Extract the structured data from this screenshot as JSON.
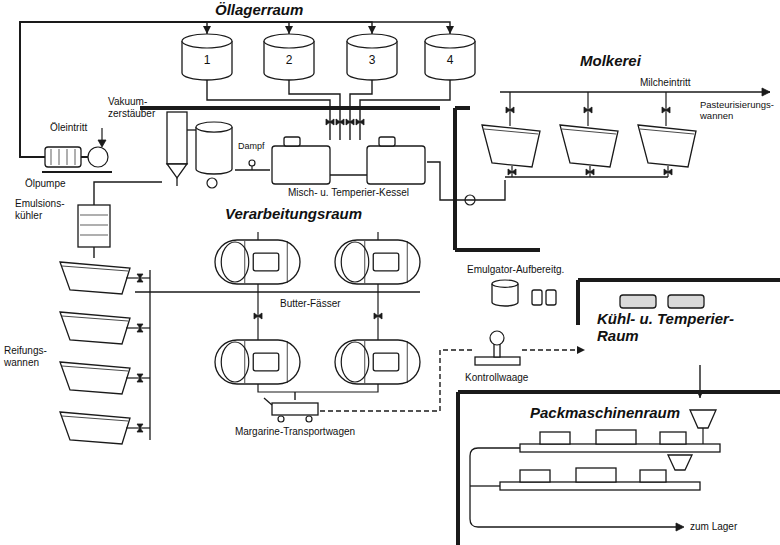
{
  "diagram": {
    "nodes": [
      {
        "text": [
          "1"
        ]
      },
      {
        "text": [
          "2"
        ]
      },
      {
        "text": [
          "3"
        ]
      },
      {
        "text": [
          "4"
        ]
      },
      {
        "text": [
          "Ölpumpe"
        ]
      },
      {
        "text": [
          "Vakuum- zerstäuber"
        ]
      },
      {
        "text": [
          "Misch- u. Temperier-Kessel"
        ]
      },
      {
        "text": [
          "Pasteurisierungs- wannen"
        ]
      },
      {
        "text": [
          "Emulsions- kühler"
        ]
      },
      {
        "text": [
          "Reifungs- wannen"
        ]
      },
      {
        "text": [
          "Butter-Fässer"
        ]
      },
      {
        "text": [
          "Margarine-Transportwagen"
        ]
      },
      {
        "text": [
          "Emulgator-Aufbereitg."
        ]
      },
      {
        "text": [
          "Kontrollwaage"
        ]
      },
      {
        "text": [
          "Kühl- u. Temperier- Raum"
        ]
      },
      {
        "text": [
          "Packmaschinenraum"
        ]
      }
    ],
    "edges": [
      {
        "from": 4,
        "to": 0,
        "arrow": "to"
      },
      {
        "from": 4,
        "to": 1,
        "arrow": "to"
      },
      {
        "from": 4,
        "to": 2,
        "arrow": "to"
      },
      {
        "from": 4,
        "to": 3,
        "arrow": "to"
      },
      {
        "from": 0,
        "to": 6,
        "arrow": "none"
      },
      {
        "from": 1,
        "to": 6,
        "arrow": "none"
      },
      {
        "from": 2,
        "to": 6,
        "arrow": "none"
      },
      {
        "from": 3,
        "to": 6,
        "arrow": "none"
      },
      {
        "from": 7,
        "to": 6,
        "arrow": "none"
      },
      {
        "from": 6,
        "to": 5,
        "arrow": "none"
      },
      {
        "from": 5,
        "to": 8,
        "arrow": "none"
      },
      {
        "from": 8,
        "to": 9,
        "arrow": "none"
      },
      {
        "from": 9,
        "to": 10,
        "arrow": "none"
      },
      {
        "from": 10,
        "to": 11,
        "arrow": "none"
      },
      {
        "from": 11,
        "to": 13,
        "arrow": "none"
      },
      {
        "from": 13,
        "to": 14,
        "arrow": "to"
      },
      {
        "from": 14,
        "to": 15,
        "arrow": "to"
      }
    ],
    "labels": [
      "Öllagerraum",
      "Molkerei",
      "Milcheintritt",
      "Öleintritt",
      "Dampf",
      "Verarbeitungsraum",
      "zum Lager"
    ]
  }
}
